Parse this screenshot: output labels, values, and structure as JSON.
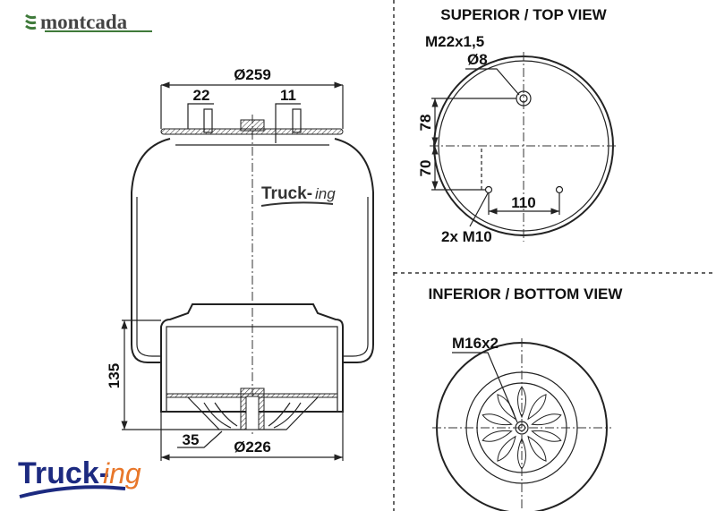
{
  "brand": {
    "montcada_logo": "montcada",
    "truckin_logo_main": "Truck-",
    "truckin_logo_suffix": "ing",
    "watermark_main": "Truck-",
    "watermark_suffix": "ing"
  },
  "colors": {
    "montcada_green": "#3f7a3a",
    "truckin_blue": "#1c2a80",
    "truckin_orange": "#e8772a"
  },
  "side_view": {
    "dim_top_diameter": "Ø259",
    "dim_left_offset": "22",
    "dim_right_offset": "11",
    "dim_height": "135",
    "dim_bottom_offset": "35",
    "dim_bottom_diameter": "Ø226"
  },
  "top_view": {
    "title": "SUPERIOR / TOP VIEW",
    "thread": "M22x1,5",
    "hole": "Ø8",
    "dim_upper": "78",
    "dim_lower": "70",
    "dim_spacing": "110",
    "bolts": "2x M10"
  },
  "bottom_view": {
    "title": "INFERIOR / BOTTOM VIEW",
    "thread": "M16x2"
  }
}
